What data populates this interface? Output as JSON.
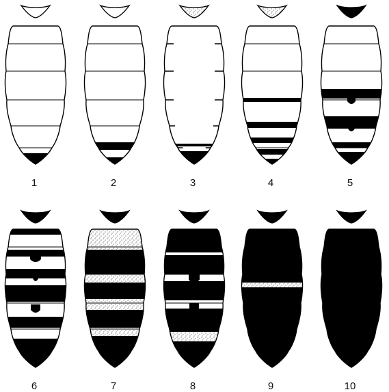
{
  "figure": {
    "panels": [
      {
        "label": "1",
        "pattern": "plain"
      },
      {
        "label": "2",
        "pattern": "one dark band near tip"
      },
      {
        "label": "3",
        "pattern": "dashed segment marks, dark tip"
      },
      {
        "label": "4",
        "pattern": "dark bands on lower segments"
      },
      {
        "label": "5",
        "pattern": "dark bands with central spots"
      },
      {
        "label": "6",
        "pattern": "alternating dark and white bands"
      },
      {
        "label": "7",
        "pattern": "dark bands with stippled segments"
      },
      {
        "label": "8",
        "pattern": "mostly dark with white bands"
      },
      {
        "label": "9",
        "pattern": "dark with one light stippled band"
      },
      {
        "label": "10",
        "pattern": "entirely dark"
      }
    ]
  }
}
